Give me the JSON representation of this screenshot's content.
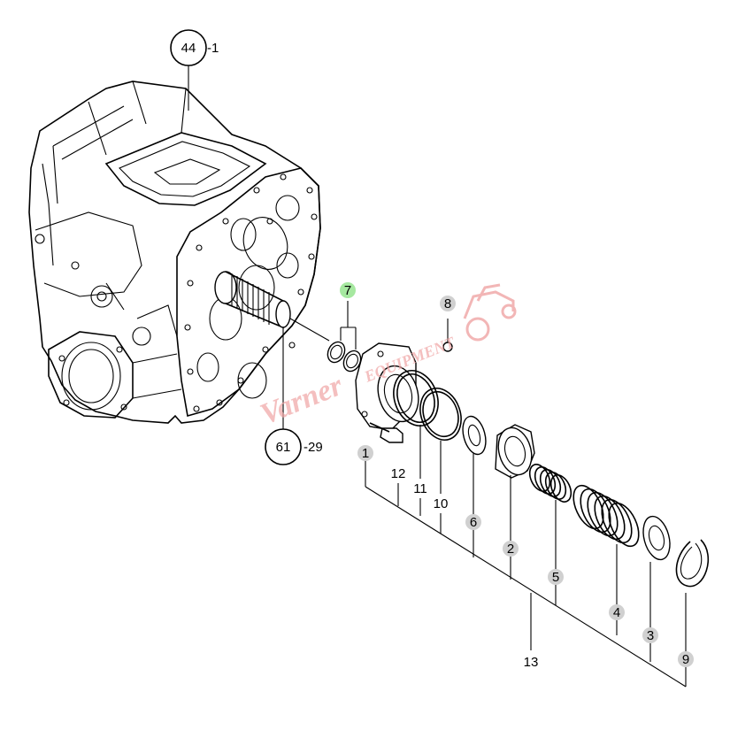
{
  "references": [
    {
      "id": "ref-44",
      "number": "44",
      "suffix": "-1"
    },
    {
      "id": "ref-61",
      "number": "61",
      "suffix": "-29"
    }
  ],
  "callouts": [
    {
      "n": "1",
      "shade": "grey"
    },
    {
      "n": "2",
      "shade": "grey"
    },
    {
      "n": "3",
      "shade": "grey"
    },
    {
      "n": "4",
      "shade": "grey"
    },
    {
      "n": "5",
      "shade": "grey"
    },
    {
      "n": "6",
      "shade": "grey"
    },
    {
      "n": "7",
      "shade": "green"
    },
    {
      "n": "8",
      "shade": "grey"
    },
    {
      "n": "9",
      "shade": "grey"
    },
    {
      "n": "10",
      "shade": "none"
    },
    {
      "n": "11",
      "shade": "none"
    },
    {
      "n": "12",
      "shade": "none"
    },
    {
      "n": "13",
      "shade": "none"
    }
  ],
  "watermark": {
    "text": "Varner Equipment"
  },
  "colors": {
    "line": "#000000",
    "callout_grey": "#d0d0d0",
    "callout_green": "#a6e8a0",
    "watermark": "#f0a5a5"
  }
}
